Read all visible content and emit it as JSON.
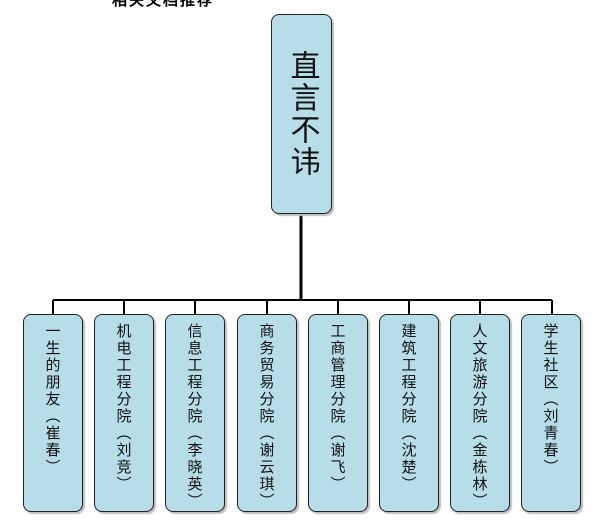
{
  "caption": "相关文档推荐",
  "root": {
    "label": "直言不讳"
  },
  "children": [
    {
      "label": "一生的朋友（崔春）"
    },
    {
      "label": "机电工程分院（刘竞）"
    },
    {
      "label": "信息工程分院（李晓英）"
    },
    {
      "label": "商务贸易分院（谢云琪）"
    },
    {
      "label": "工商管理分院（谢飞）"
    },
    {
      "label": "建筑工程分院（沈楚）"
    },
    {
      "label": "人文旅游分院（金栋林）"
    },
    {
      "label": "学生社区（刘青春）"
    }
  ],
  "colors": {
    "node_fill": "#b7dde8",
    "line": "#000000"
  }
}
